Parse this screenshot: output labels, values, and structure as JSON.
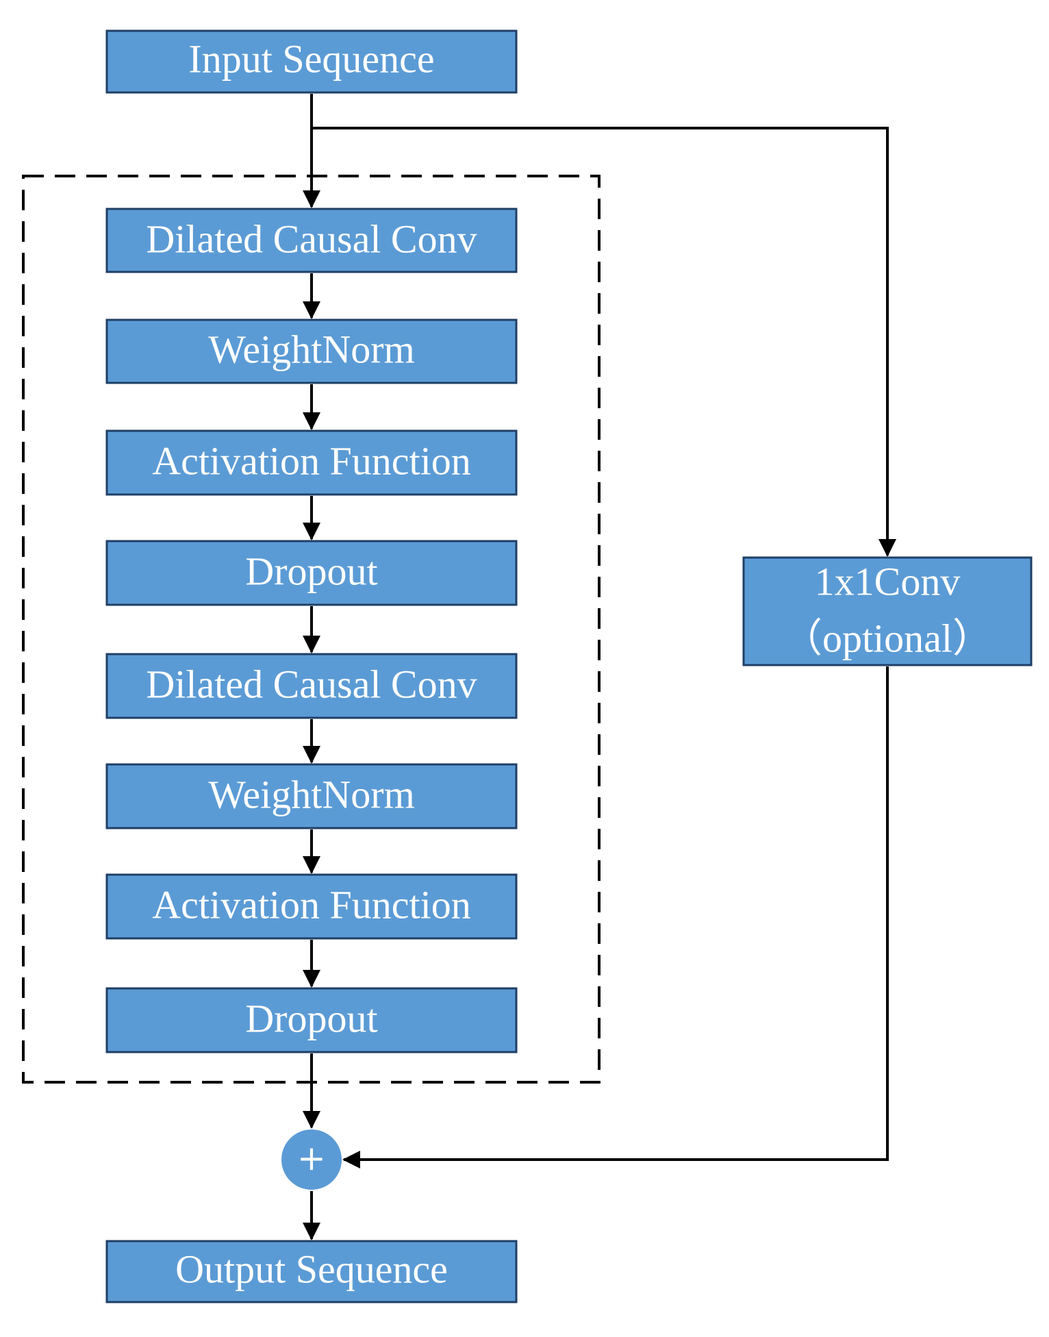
{
  "diagram": {
    "input": "Input  Sequence",
    "block_layers": [
      "Dilated Causal Conv",
      "WeightNorm",
      "Activation Function",
      "Dropout",
      "Dilated Causal Conv",
      "WeightNorm",
      "Activation Function",
      "Dropout"
    ],
    "skip_conv": {
      "line1": "1x1Conv",
      "line2": "（optional）"
    },
    "adder_symbol": "+",
    "output": "Output  Sequence",
    "colors": {
      "box_fill": "#5b9bd5",
      "box_border": "#1f3f66",
      "box_text": "#ffffff",
      "line": "#000000"
    }
  }
}
